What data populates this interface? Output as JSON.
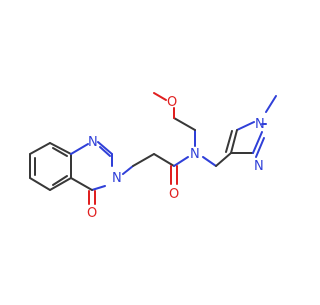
{
  "atoms": {
    "quinazoline_n1": "N",
    "quinazoline_n3": "N",
    "carbonyl_o_ring": "O",
    "amide_n": "N",
    "amide_o": "O",
    "methoxy_o": "O",
    "pyrazole_n1": "N",
    "pyrazole_n2": "N"
  },
  "colors": {
    "bond": "#383838",
    "nitrogen": "#3040d8",
    "oxygen": "#e02020",
    "background": "#ffffff"
  }
}
